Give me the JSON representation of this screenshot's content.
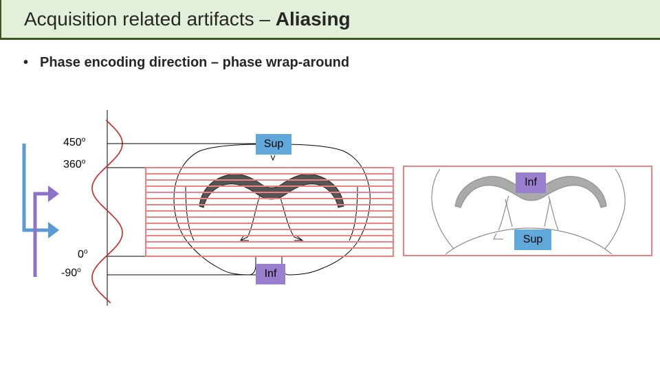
{
  "title": {
    "prefix": "Acquisition related artifacts – ",
    "bold": "Aliasing"
  },
  "bullet": {
    "marker": "•",
    "text": "Phase encoding direction – phase wrap-around"
  },
  "phase_labels": {
    "deg450": "450",
    "deg360": "360",
    "deg0": "0",
    "degm90": "-90",
    "degree_mark": "o"
  },
  "tags": {
    "sup_left": "Sup",
    "inf_left": "Inf",
    "inf_right": "Inf",
    "sup_right": "Sup"
  },
  "colors": {
    "sine": "#d62020",
    "fov": "#f08080",
    "blue_arrow": "#5b9bd5",
    "purple_arrow": "#8e72c7",
    "header_bg": "#e2efd9",
    "header_border": "#385723"
  }
}
